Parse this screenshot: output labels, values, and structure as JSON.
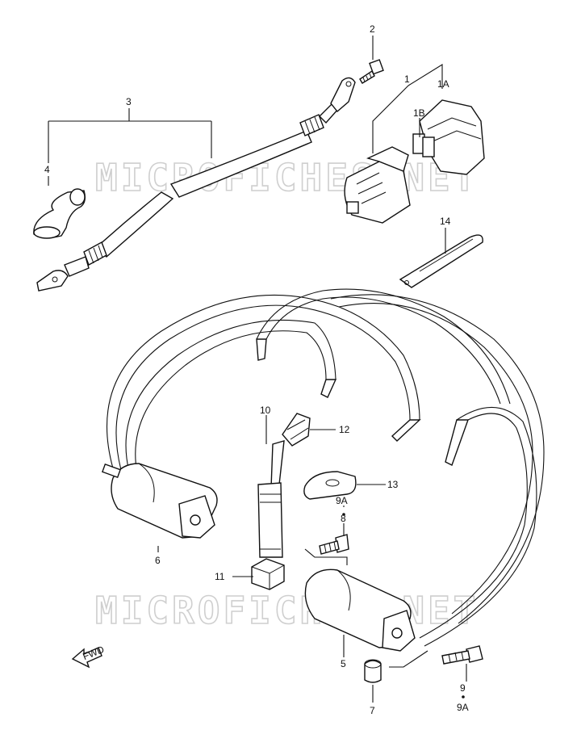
{
  "watermark": "MICROFICHES.NET",
  "fwd_label": "FWD",
  "callouts": {
    "c1": "1",
    "c1A": "1A",
    "c1B": "1B",
    "c2": "2",
    "c3": "3",
    "c4": "4",
    "c5": "5",
    "c6": "6",
    "c7": "7",
    "c8": "8",
    "c9": "9",
    "c9A_top": "9A",
    "c9A_bottom": "9A",
    "c10": "10",
    "c11": "11",
    "c12": "12",
    "c13": "13",
    "c14": "14"
  }
}
